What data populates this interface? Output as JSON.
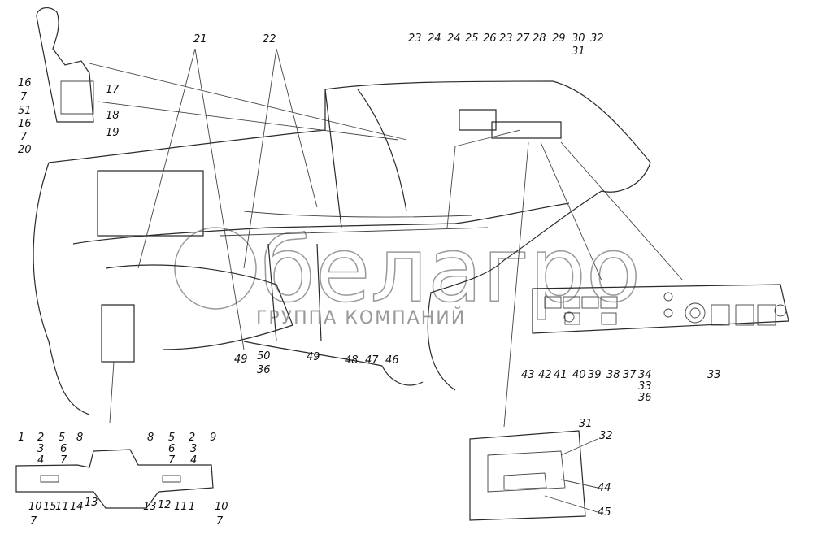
{
  "watermark": {
    "brand": "белагро",
    "subtitle": "ГРУППА КОМПАНИЙ"
  },
  "labels": {
    "gear_lever": [
      "16",
      "7",
      "51",
      "16",
      "7",
      "20",
      "17",
      "18",
      "19"
    ],
    "harness": [
      "21",
      "22"
    ],
    "cab_top": [
      "23",
      "24",
      "24",
      "25",
      "26",
      "23",
      "27",
      "28",
      "29",
      "30",
      "32",
      "31"
    ],
    "lower_mid": [
      "49",
      "50",
      "36",
      "49",
      "48",
      "47",
      "46"
    ],
    "dash_panel": [
      "43",
      "42",
      "41",
      "40",
      "39",
      "38",
      "37",
      "34",
      "33",
      "36",
      "33"
    ],
    "box": [
      "31",
      "32",
      "44",
      "45"
    ],
    "steering_top": [
      "1",
      "2",
      "3",
      "4",
      "5",
      "6",
      "7",
      "8",
      "8",
      "5",
      "6",
      "7",
      "2",
      "3",
      "4",
      "9"
    ],
    "steering_bottom": [
      "10",
      "7",
      "15",
      "11",
      "14",
      "13",
      "13",
      "12",
      "11",
      "1",
      "10",
      "7"
    ]
  }
}
